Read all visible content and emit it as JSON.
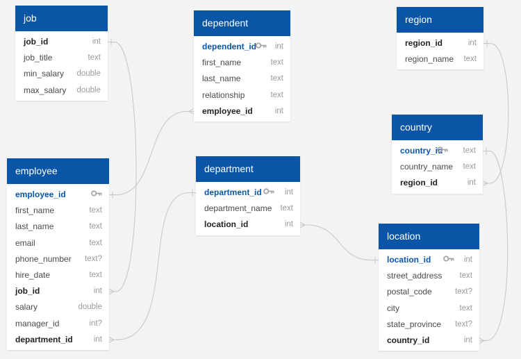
{
  "colors": {
    "header": "#0a55a5",
    "primary_key": "#0a55a5",
    "foreign_key": "#222222",
    "field": "#4a4a4a",
    "type": "#9a9a9a",
    "connector": "#c9c9c9",
    "background": "#f3f3f3"
  },
  "key_icon": "key-icon",
  "tables": [
    {
      "id": "job",
      "name": "job",
      "columns": [
        {
          "name": "job_id",
          "type": "int",
          "role": "fk"
        },
        {
          "name": "job_title",
          "type": "text",
          "role": ""
        },
        {
          "name": "min_salary",
          "type": "double",
          "role": ""
        },
        {
          "name": "max_salary",
          "type": "double",
          "role": ""
        }
      ]
    },
    {
      "id": "dependent",
      "name": "dependent",
      "columns": [
        {
          "name": "dependent_id",
          "type": "int",
          "role": "pk"
        },
        {
          "name": "first_name",
          "type": "text",
          "role": ""
        },
        {
          "name": "last_name",
          "type": "text",
          "role": ""
        },
        {
          "name": "relationship",
          "type": "text",
          "role": ""
        },
        {
          "name": "employee_id",
          "type": "int",
          "role": "fk"
        }
      ]
    },
    {
      "id": "region",
      "name": "region",
      "columns": [
        {
          "name": "region_id",
          "type": "int",
          "role": "fk"
        },
        {
          "name": "region_name",
          "type": "text",
          "role": ""
        }
      ]
    },
    {
      "id": "country",
      "name": "country",
      "columns": [
        {
          "name": "country_id",
          "type": "text",
          "role": "pk"
        },
        {
          "name": "country_name",
          "type": "text",
          "role": ""
        },
        {
          "name": "region_id",
          "type": "int",
          "role": "fk"
        }
      ]
    },
    {
      "id": "employee",
      "name": "employee",
      "columns": [
        {
          "name": "employee_id",
          "type": "",
          "role": "pk"
        },
        {
          "name": "first_name",
          "type": "text",
          "role": ""
        },
        {
          "name": "last_name",
          "type": "text",
          "role": ""
        },
        {
          "name": "email",
          "type": "text",
          "role": ""
        },
        {
          "name": "phone_number",
          "type": "text?",
          "role": ""
        },
        {
          "name": "hire_date",
          "type": "text",
          "role": ""
        },
        {
          "name": "job_id",
          "type": "int",
          "role": "fk"
        },
        {
          "name": "salary",
          "type": "double",
          "role": ""
        },
        {
          "name": "manager_id",
          "type": "int?",
          "role": ""
        },
        {
          "name": "department_id",
          "type": "int",
          "role": "fk"
        }
      ]
    },
    {
      "id": "department",
      "name": "department",
      "columns": [
        {
          "name": "department_id",
          "type": "int",
          "role": "pk"
        },
        {
          "name": "department_name",
          "type": "text",
          "role": ""
        },
        {
          "name": "location_id",
          "type": "int",
          "role": "fk"
        }
      ]
    },
    {
      "id": "location",
      "name": "location",
      "columns": [
        {
          "name": "location_id",
          "type": "int",
          "role": "pk"
        },
        {
          "name": "street_address",
          "type": "text",
          "role": ""
        },
        {
          "name": "postal_code",
          "type": "text?",
          "role": ""
        },
        {
          "name": "city",
          "type": "text",
          "role": ""
        },
        {
          "name": "state_province",
          "type": "text?",
          "role": ""
        },
        {
          "name": "country_id",
          "type": "int",
          "role": "fk"
        }
      ]
    }
  ],
  "relations": [
    {
      "from_table": "employee",
      "from_column": "job_id",
      "to_table": "job",
      "to_column": "job_id"
    },
    {
      "from_table": "dependent",
      "from_column": "employee_id",
      "to_table": "employee",
      "to_column": "employee_id"
    },
    {
      "from_table": "employee",
      "from_column": "department_id",
      "to_table": "department",
      "to_column": "department_id"
    },
    {
      "from_table": "department",
      "from_column": "location_id",
      "to_table": "location",
      "to_column": "location_id"
    },
    {
      "from_table": "country",
      "from_column": "region_id",
      "to_table": "region",
      "to_column": "region_id"
    },
    {
      "from_table": "location",
      "from_column": "country_id",
      "to_table": "country",
      "to_column": "country_id"
    }
  ]
}
